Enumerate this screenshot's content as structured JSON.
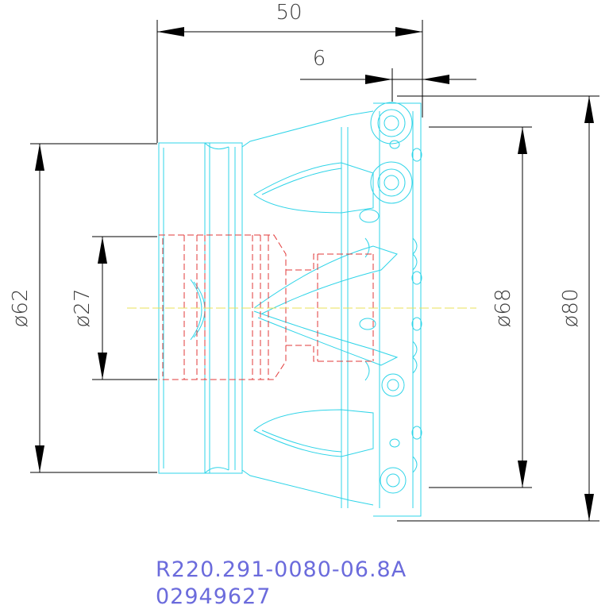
{
  "dimensions": {
    "length_total": "50",
    "length_small": "6",
    "dia_body": "ø62",
    "dia_bore": "ø27",
    "dia_inner": "ø68",
    "dia_outer": "ø80"
  },
  "caption": {
    "part_number": "R220.291-0080-06.8A",
    "item_code": "02949627"
  },
  "colors": {
    "outline": "#2fd4e8",
    "hidden": "#e23a3a",
    "centerline": "#e8e05a",
    "dimension": "#000000",
    "caption": "#6b6bdc"
  }
}
